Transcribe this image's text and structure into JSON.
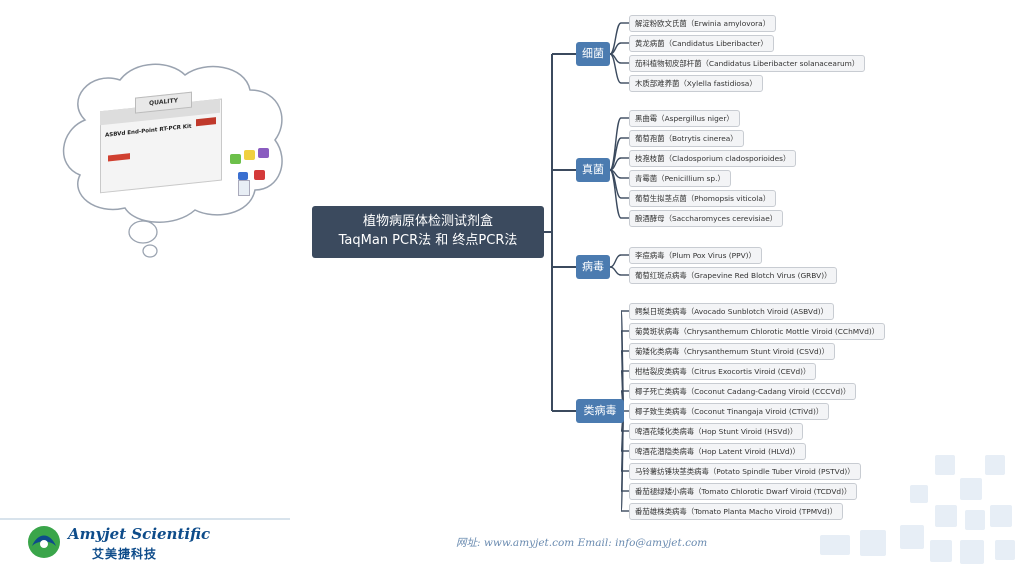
{
  "root": {
    "title_line1": "植物病原体检测试剂盒",
    "title_line2": "TaqMan PCR法 和 终点PCR法"
  },
  "categories": [
    {
      "label": "细菌",
      "items": [
        "解淀粉欧文氏菌（Erwinia amylovora）",
        "黄龙病菌（Candidatus Liberibacter）",
        "茄科植物韧皮部杆菌（Candidatus Liberibacter solanacearum）",
        "木质部难养菌（Xylella fastidiosa）"
      ]
    },
    {
      "label": "真菌",
      "items": [
        "黑曲霉（Aspergillus niger）",
        "葡萄孢菌（Botrytis cinerea）",
        "枝孢枝菌（Cladosporium cladosporioides）",
        "青霉菌（Penicillium sp.）",
        "葡萄生拟茎点菌（Phomopsis viticola）",
        "酿酒酵母（Saccharomyces cerevisiae）"
      ]
    },
    {
      "label": "病毒",
      "items": [
        "李痘病毒（Plum Pox Virus (PPV)）",
        "葡萄红斑点病毒（Grapevine Red Blotch Virus (GRBV)）"
      ]
    },
    {
      "label": "类病毒",
      "items": [
        "鳄梨日斑类病毒（Avocado Sunblotch Viroid (ASBVd)）",
        "菊黄斑状病毒（Chrysanthemum Chlorotic Mottle Viroid (CChMVd)）",
        "菊矮化类病毒（Chrysanthemum Stunt Viroid (CSVd)）",
        "柑桔裂皮类病毒（Citrus Exocortis Viroid (CEVd)）",
        "椰子死亡类病毒（Coconut Cadang-Cadang Viroid (CCCVd)）",
        "椰子致生类病毒（Coconut Tinangaja Viroid (CTiVd)）",
        "啤酒花矮化类病毒（Hop Stunt Viroid (HSVd)）",
        "啤酒花潜隐类病毒（Hop Latent Viroid (HLVd)）",
        "马铃薯纺锤块茎类病毒（Potato Spindle Tuber Viroid (PSTVd)）",
        "番茄褪绿矮小病毒（Tomato Chlorotic Dwarf Viroid (TCDVd)）",
        "番茄雄株类病毒（Tomato Planta Macho Viroid (TPMVd)）"
      ]
    }
  ],
  "product_box": {
    "brand_label": "QUALITY",
    "kit_label": "ASBVd End-Point RT-PCR Kit"
  },
  "footer": {
    "brand_en": "Amyjet Scientific",
    "brand_cn": "艾美捷科技",
    "contact": "网址: www.amyjet.com    Email: info@amyjet.com"
  },
  "colors": {
    "root_bg": "#3b4a5e",
    "category_bg": "#4b7bb0",
    "leaf_bg": "#f3f4f6",
    "brand": "#0e4c8a",
    "logo_green": "#3aa54a"
  }
}
